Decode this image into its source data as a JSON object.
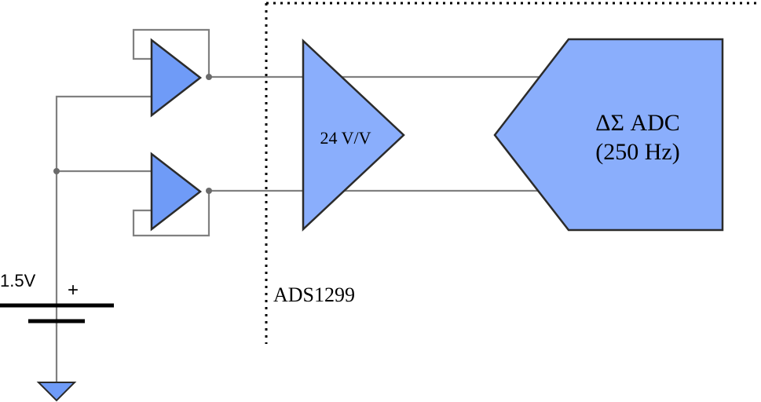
{
  "colors": {
    "block_fill": "#8aaefc",
    "buffer_fill": "#6f9bf7",
    "outline": "#2b2b2b",
    "wire": "#808080",
    "boundary": "#000000"
  },
  "labels": {
    "battery_voltage": "1.5V",
    "battery_plus": "+",
    "pga_gain": "24 V/V",
    "adc_line1": "ΔΣ ADC",
    "adc_line2": "(250 Hz)",
    "chip_name": "ADS1299"
  }
}
